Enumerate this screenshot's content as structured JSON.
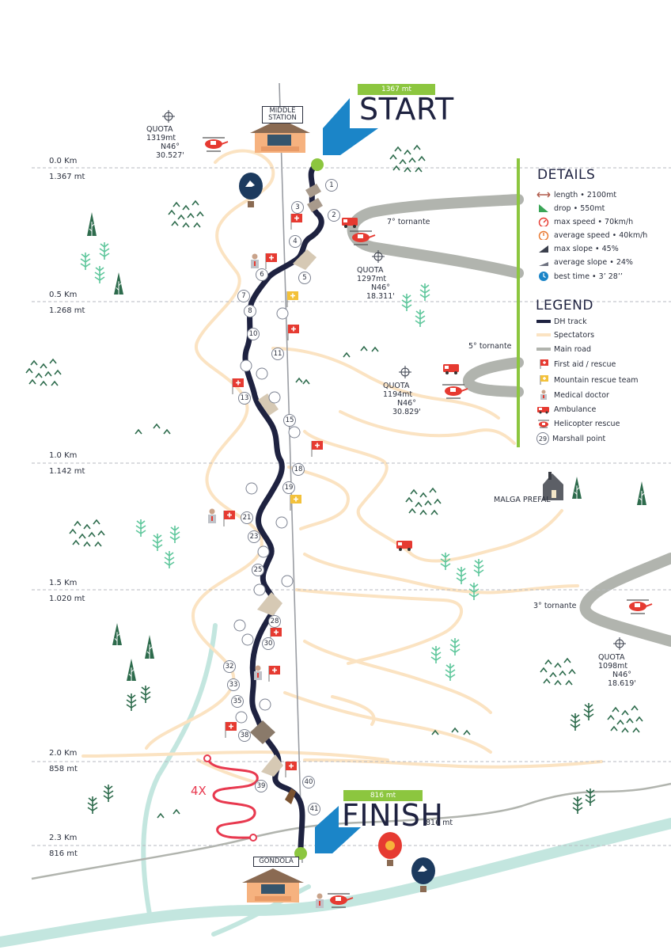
{
  "start": {
    "title": "START",
    "altitude_badge": "1367 mt"
  },
  "finish": {
    "title": "FINISH",
    "altitude_badge": "816 mt",
    "altitude_text": "816 mt"
  },
  "stations": {
    "middle": "MIDDLE\nSTATION",
    "gondola": "GONDOLA"
  },
  "km_markers": [
    {
      "km": "0.0 Km",
      "alt": "1.367 mt"
    },
    {
      "km": "0.5 Km",
      "alt": "1.268 mt"
    },
    {
      "km": "1.0 Km",
      "alt": "1.142 mt"
    },
    {
      "km": "1.5 Km",
      "alt": "1.020 mt"
    },
    {
      "km": "2.0 Km",
      "alt": "858 mt"
    },
    {
      "km": "2.3 Km",
      "alt": "816 mt"
    }
  ],
  "quota_points": [
    {
      "lines": [
        "QUOTA",
        "1319mt",
        "N46°",
        "30.527'"
      ]
    },
    {
      "lines": [
        "QUOTA",
        "1297mt",
        "N46°",
        "18.311'"
      ]
    },
    {
      "lines": [
        "QUOTA",
        "1194mt",
        "N46°",
        "30.829'"
      ]
    },
    {
      "lines": [
        "QUOTA",
        "1098mt",
        "N46°",
        "18.619'"
      ]
    }
  ],
  "places": {
    "tornante7": "7° tornante",
    "tornante5": "5° tornante",
    "tornante3": "3° tornante",
    "malga": "MALGA PREFAL",
    "four_x": "4X"
  },
  "details": {
    "title": "DETAILS",
    "items": [
      {
        "icon": "length-arrow-icon",
        "text": "length • 2100mt"
      },
      {
        "icon": "drop-triangle-icon",
        "text": "drop • 550mt"
      },
      {
        "icon": "max-speed-gauge-icon",
        "text": "max speed • 70km/h"
      },
      {
        "icon": "average-speed-gauge-icon",
        "text": "average speed • 40km/h"
      },
      {
        "icon": "max-slope-icon",
        "text": "max slope • 45%"
      },
      {
        "icon": "average-slope-icon",
        "text": "average slope • 24%"
      },
      {
        "icon": "clock-icon",
        "text": "best time • 3’ 28’’"
      }
    ]
  },
  "legend": {
    "title": "LEGEND",
    "items": [
      {
        "icon": "dh-track-icon",
        "text": "DH track"
      },
      {
        "icon": "spectators-icon",
        "text": "Spectators"
      },
      {
        "icon": "main-road-icon",
        "text": "Main road"
      },
      {
        "icon": "first-aid-flag-icon",
        "text": "First aid / rescue"
      },
      {
        "icon": "mountain-rescue-flag-icon",
        "text": "Mountain rescue team"
      },
      {
        "icon": "medical-doctor-icon",
        "text": "Medical doctor"
      },
      {
        "icon": "ambulance-icon",
        "text": "Ambulance"
      },
      {
        "icon": "helicopter-icon",
        "text": "Helicopter rescue"
      },
      {
        "icon": "marshall-point-icon",
        "text": "Marshall point",
        "number": "29"
      }
    ]
  },
  "marshall_points": [
    "1",
    "2",
    "3",
    "4",
    "5",
    "6",
    "7",
    "8",
    "10",
    "11",
    "13",
    "15",
    "18",
    "19",
    "21",
    "23",
    "25",
    "28",
    "30",
    "32",
    "33",
    "35",
    "38",
    "39",
    "40",
    "41"
  ],
  "colors": {
    "track": "#1e2240",
    "spectators": "#fbe3c2",
    "road": "#b1b4ae",
    "river": "#c3e6df",
    "accent_green": "#8cc63f",
    "arrow_blue": "#1b85c8",
    "rescue_red": "#e63a31",
    "tree_dark": "#2d6b4c",
    "tree_light": "#5fc79c",
    "fourx_red": "#e8394f"
  }
}
